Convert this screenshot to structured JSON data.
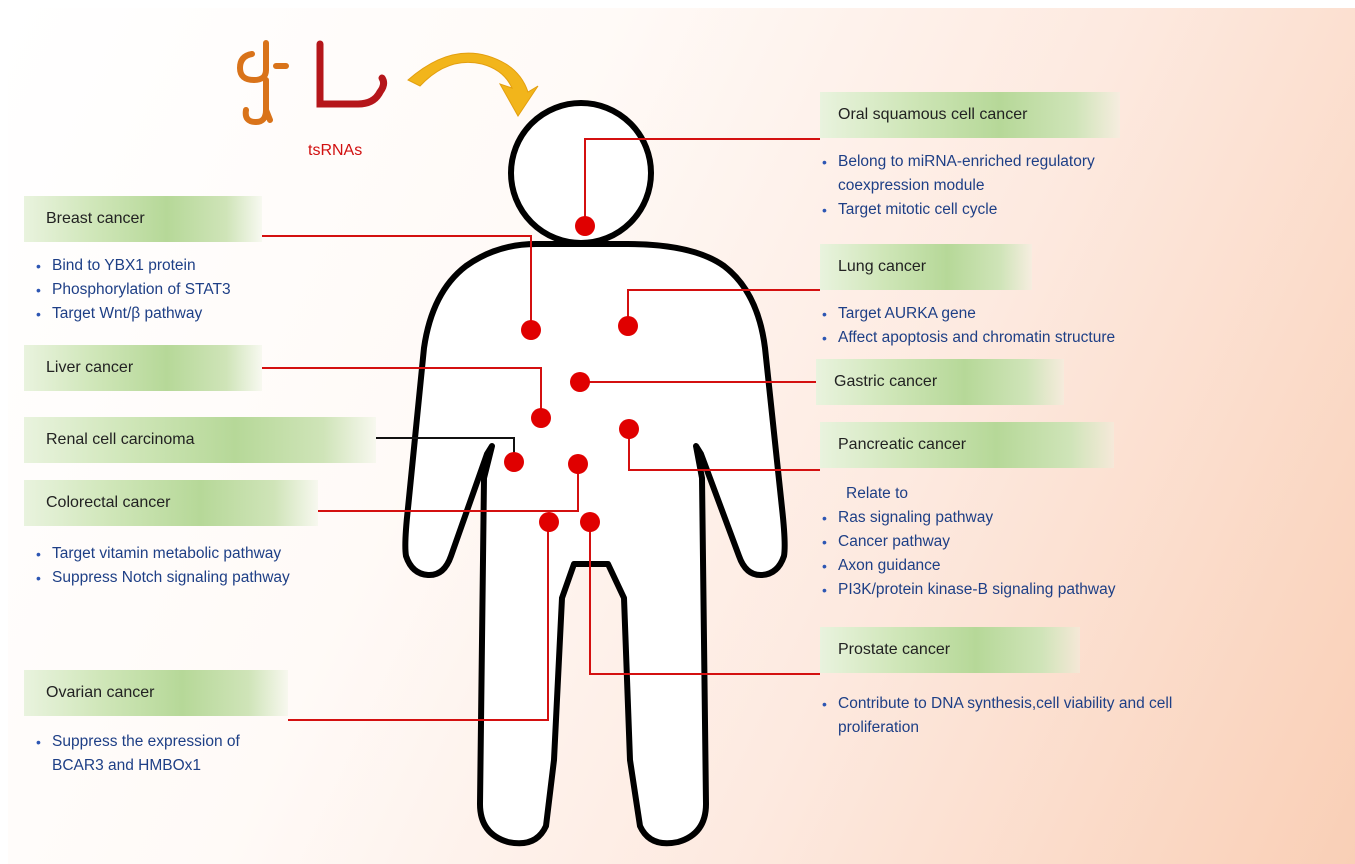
{
  "tsrna_label": "tsRNAs",
  "colors": {
    "connector": "#d41010",
    "dot": "#e00000",
    "renal_connector": "#111111",
    "text_blue": "#1e3f86",
    "arrow": "#f2b51b"
  },
  "left": [
    {
      "id": "breast",
      "title": "Breast cancer",
      "items": [
        "Bind to YBX1 protein",
        "Phosphorylation of STAT3",
        "Target Wnt/β pathway"
      ]
    },
    {
      "id": "liver",
      "title": "Liver cancer",
      "items": []
    },
    {
      "id": "renal",
      "title": "Renal cell carcinoma",
      "items": []
    },
    {
      "id": "colorectal",
      "title": "Colorectal cancer",
      "items": [
        "Target vitamin metabolic pathway",
        "Suppress Notch signaling pathway"
      ]
    },
    {
      "id": "ovarian",
      "title": "Ovarian cancer",
      "items": [
        "Suppress the expression of BCAR3 and HMBOx1"
      ]
    }
  ],
  "right": [
    {
      "id": "oral",
      "title": "Oral squamous cell cancer",
      "items": [
        "Belong to miRNA-enriched regulatory coexpression module",
        "Target mitotic cell cycle"
      ]
    },
    {
      "id": "lung",
      "title": "Lung cancer",
      "items": [
        "Target AURKA gene",
        "Affect apoptosis and chromatin structure"
      ]
    },
    {
      "id": "gastric",
      "title": "Gastric cancer",
      "items": []
    },
    {
      "id": "pancreatic",
      "title": "Pancreatic cancer",
      "intro": "Relate to",
      "items": [
        "Ras signaling pathway",
        "Cancer pathway",
        "Axon guidance",
        "PI3K/protein kinase-B signaling pathway"
      ]
    },
    {
      "id": "prostate",
      "title": "Prostate cancer",
      "items": [
        "Contribute to DNA synthesis,cell viability and cell proliferation"
      ]
    }
  ]
}
